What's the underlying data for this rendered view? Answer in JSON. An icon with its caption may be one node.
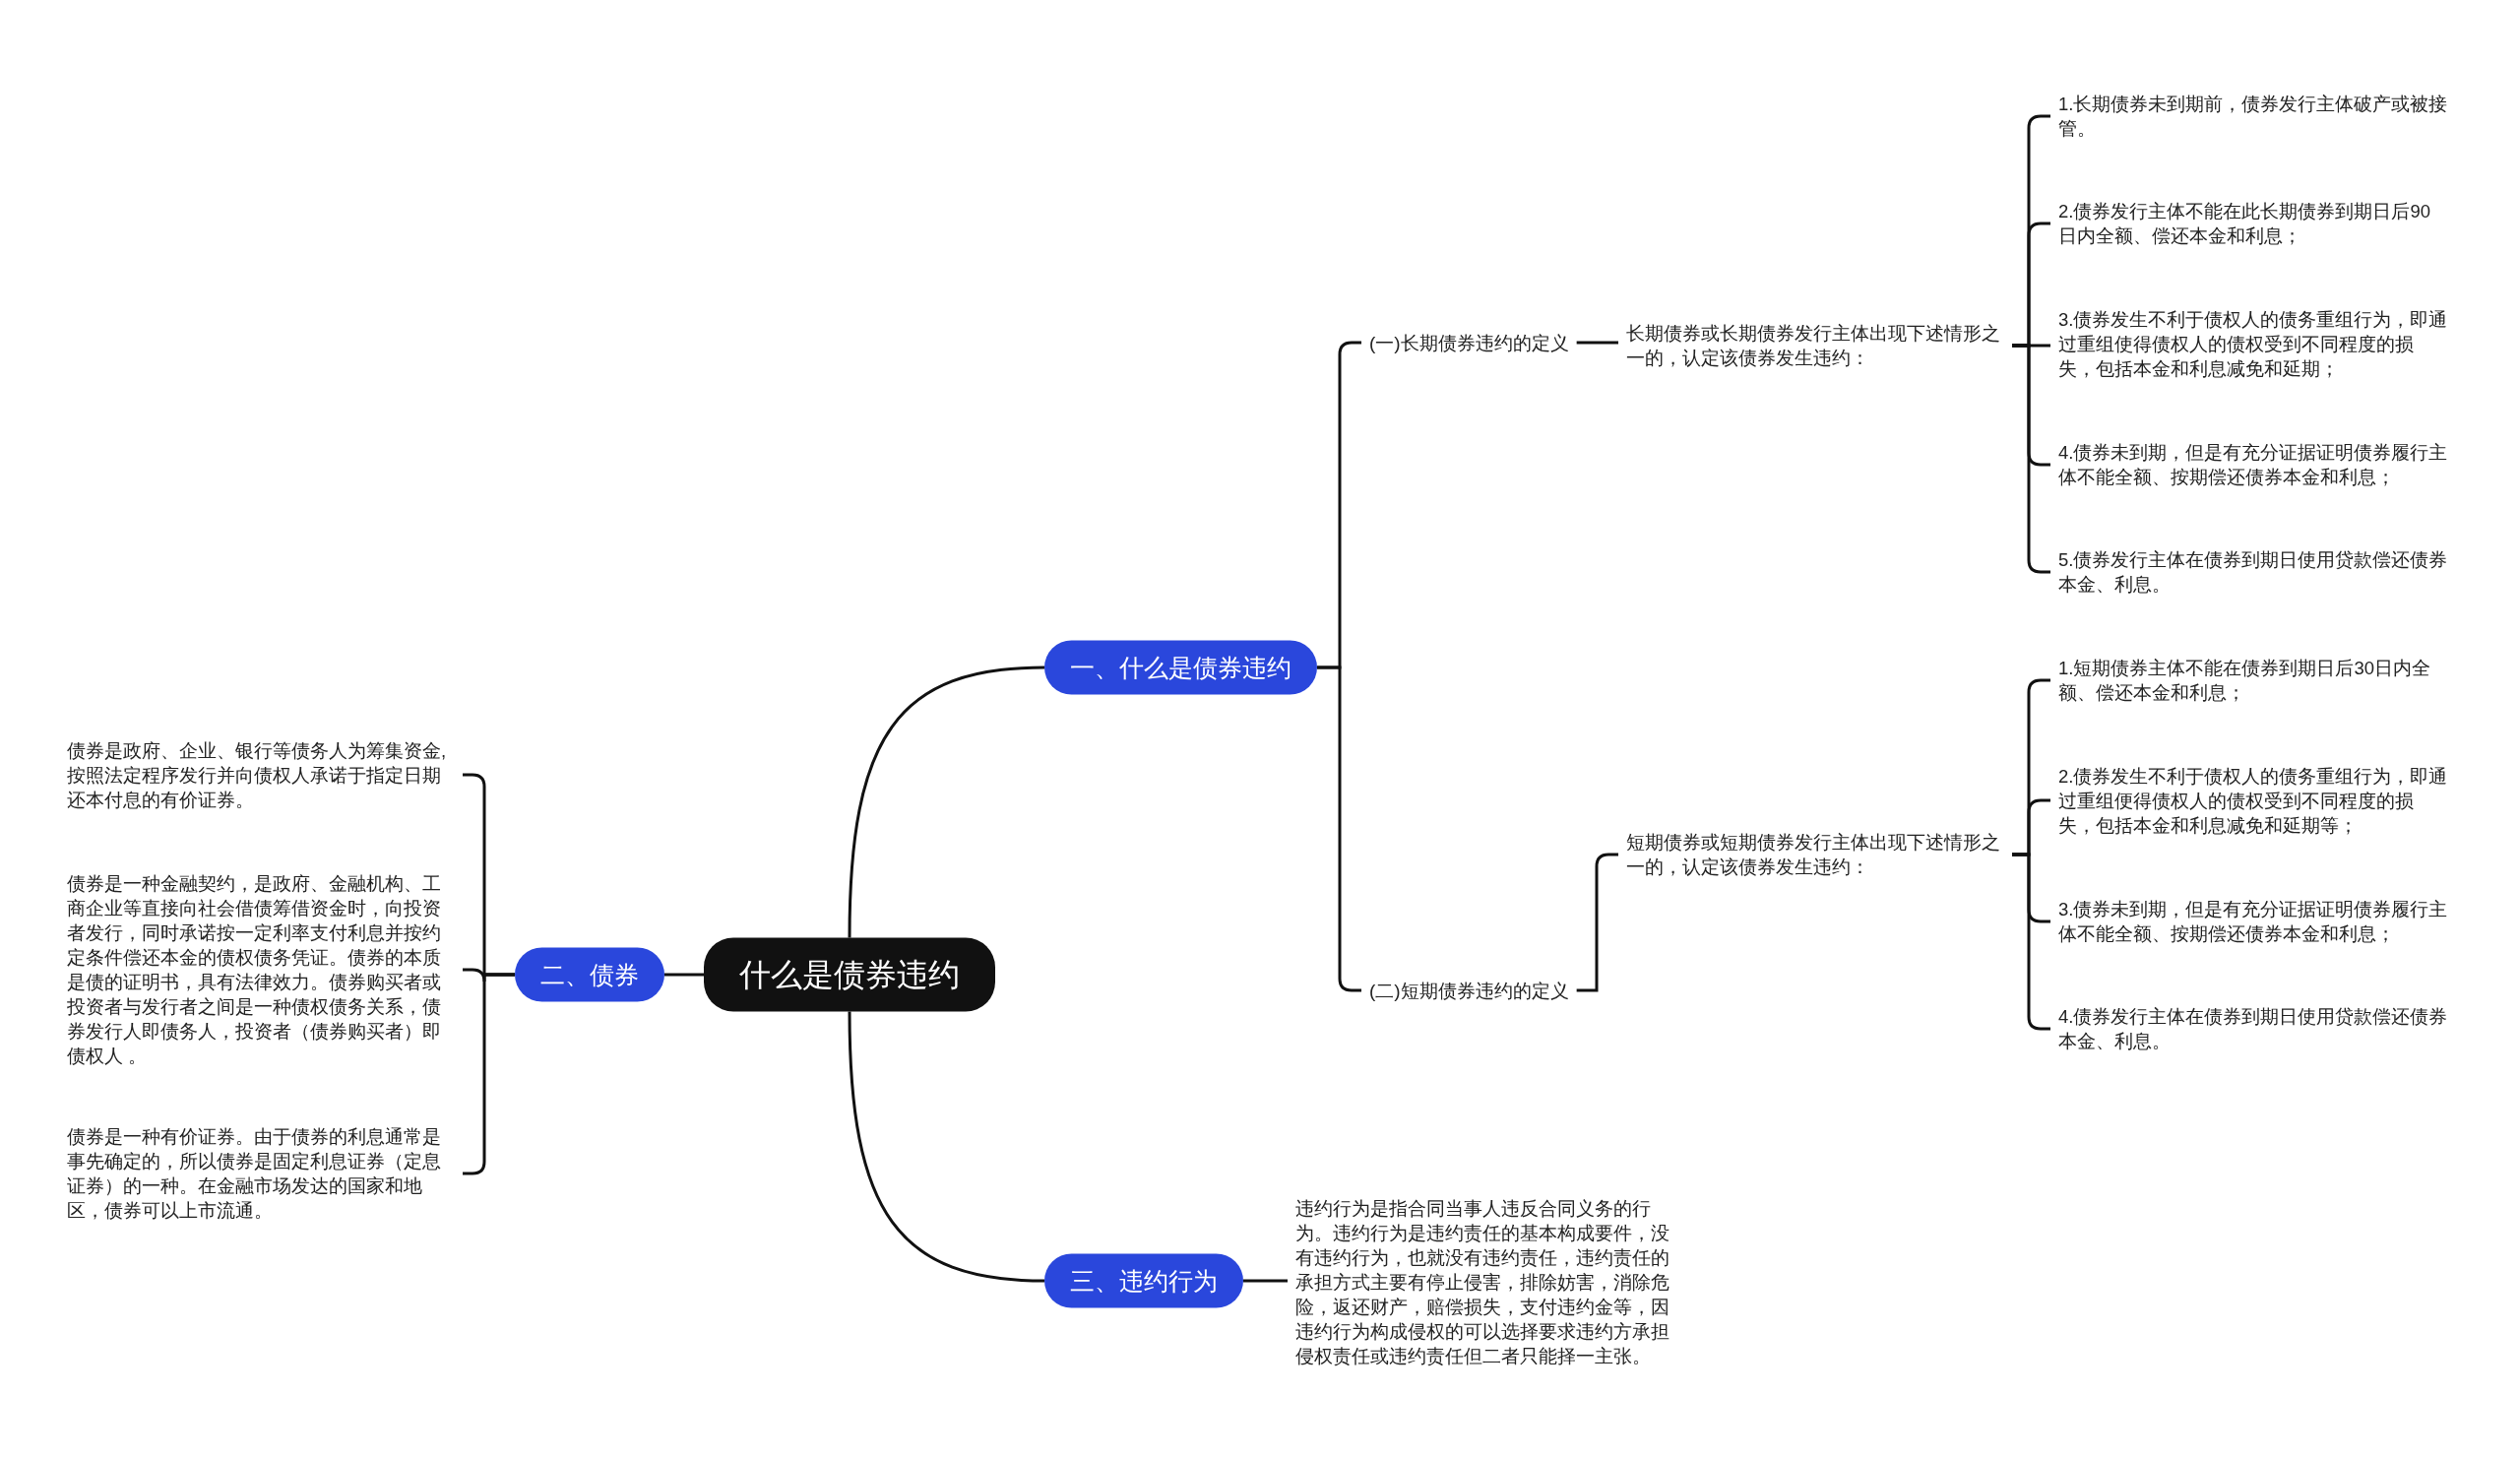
{
  "diagram": {
    "nodes": [
      {
        "text": [
          "什么是债券违约"
        ]
      },
      {
        "text": [
          "一、什么是债券违约"
        ]
      },
      {
        "text": [
          "(一)长期债券违约的定义"
        ]
      },
      {
        "text": [
          "长期债券或长期债券发行主体出现下述情形之一的，认定该债券发生违约："
        ]
      },
      {
        "text": [
          "1.长期债券未到期前，债券发行主体破产或被接管。"
        ]
      },
      {
        "text": [
          "2.债券发行主体不能在此长期债券到期日后90日内全额、偿还本金和利息；"
        ]
      },
      {
        "text": [
          "3.债券发生不利于债权人的债务重组行为，即通过重组使得债权人的债权受到不同程度的损失，包括本金和利息减免和延期；"
        ]
      },
      {
        "text": [
          "4.债券未到期，但是有充分证据证明债券履行主体不能全额、按期偿还债券本金和利息；"
        ]
      },
      {
        "text": [
          "5.债券发行主体在债券到期日使用贷款偿还债券本金、利息。"
        ]
      },
      {
        "text": [
          "(二)短期债券违约的定义"
        ]
      },
      {
        "text": [
          "短期债券或短期债券发行主体出现下述情形之一的，认定该债券发生违约："
        ]
      },
      {
        "text": [
          "1.短期债券主体不能在债券到期日后30日内全额、偿还本金和利息；"
        ]
      },
      {
        "text": [
          "2.债券发生不利于债权人的债务重组行为，即通过重组便得债权人的债权受到不同程度的损失，包括本金和利息减免和延期等；"
        ]
      },
      {
        "text": [
          "3.债券未到期，但是有充分证据证明债券履行主体不能全额、按期偿还债券本金和利息；"
        ]
      },
      {
        "text": [
          "4.债券发行主体在债券到期日使用贷款偿还债券本金、利息。"
        ]
      },
      {
        "text": [
          "二、债券"
        ]
      },
      {
        "text": [
          "债券是政府、企业、银行等债务人为筹集资金,按照法定程序发行并向债权人承诺于指定日期还本付息的有价证券。"
        ]
      },
      {
        "text": [
          "债券是一种金融契约，是政府、金融机构、工商企业等直接向社会借债筹借资金时，向投资者发行，同时承诺按一定利率支付利息并按约定条件偿还本金的债权债务凭证。债券的本质是债的证明书，具有法律效力。债券购买者或投资者与发行者之间是一种债权债务关系，债券发行人即债务人，投资者（债券购买者）即债权人 。"
        ]
      },
      {
        "text": [
          "债券是一种有价证券。由于债券的利息通常是事先确定的，所以债券是固定利息证券（定息证券）的一种。在金融市场发达的国家和地区，债券可以上市流通。"
        ]
      },
      {
        "text": [
          "三、违约行为"
        ]
      },
      {
        "text": [
          "违约行为是指合同当事人违反合同义务的行为。违约行为是违约责任的基本构成要件，没有违约行为，也就没有违约责任，违约责任的承担方式主要有停止侵害，排除妨害，消除危险，返还财产，赔偿损失，支付违约金等，因违约行为构成侵权的可以选择要求违约方承担侵权责任或违约责任但二者只能择一主张。"
        ]
      }
    ],
    "edges": [
      {
        "from": 0,
        "to": 1,
        "arrow": "none"
      },
      {
        "from": 1,
        "to": 2,
        "arrow": "none"
      },
      {
        "from": 2,
        "to": 3,
        "arrow": "none"
      },
      {
        "from": 3,
        "to": 4,
        "arrow": "none"
      },
      {
        "from": 3,
        "to": 5,
        "arrow": "none"
      },
      {
        "from": 3,
        "to": 6,
        "arrow": "none"
      },
      {
        "from": 3,
        "to": 7,
        "arrow": "none"
      },
      {
        "from": 3,
        "to": 8,
        "arrow": "none"
      },
      {
        "from": 1,
        "to": 9,
        "arrow": "none"
      },
      {
        "from": 9,
        "to": 10,
        "arrow": "none"
      },
      {
        "from": 10,
        "to": 11,
        "arrow": "none"
      },
      {
        "from": 10,
        "to": 12,
        "arrow": "none"
      },
      {
        "from": 10,
        "to": 13,
        "arrow": "none"
      },
      {
        "from": 10,
        "to": 14,
        "arrow": "none"
      },
      {
        "from": 0,
        "to": 15,
        "arrow": "none"
      },
      {
        "from": 15,
        "to": 16,
        "arrow": "none"
      },
      {
        "from": 15,
        "to": 17,
        "arrow": "none"
      },
      {
        "from": 15,
        "to": 18,
        "arrow": "none"
      },
      {
        "from": 0,
        "to": 19,
        "arrow": "none"
      },
      {
        "from": 19,
        "to": 20,
        "arrow": "none"
      }
    ]
  }
}
